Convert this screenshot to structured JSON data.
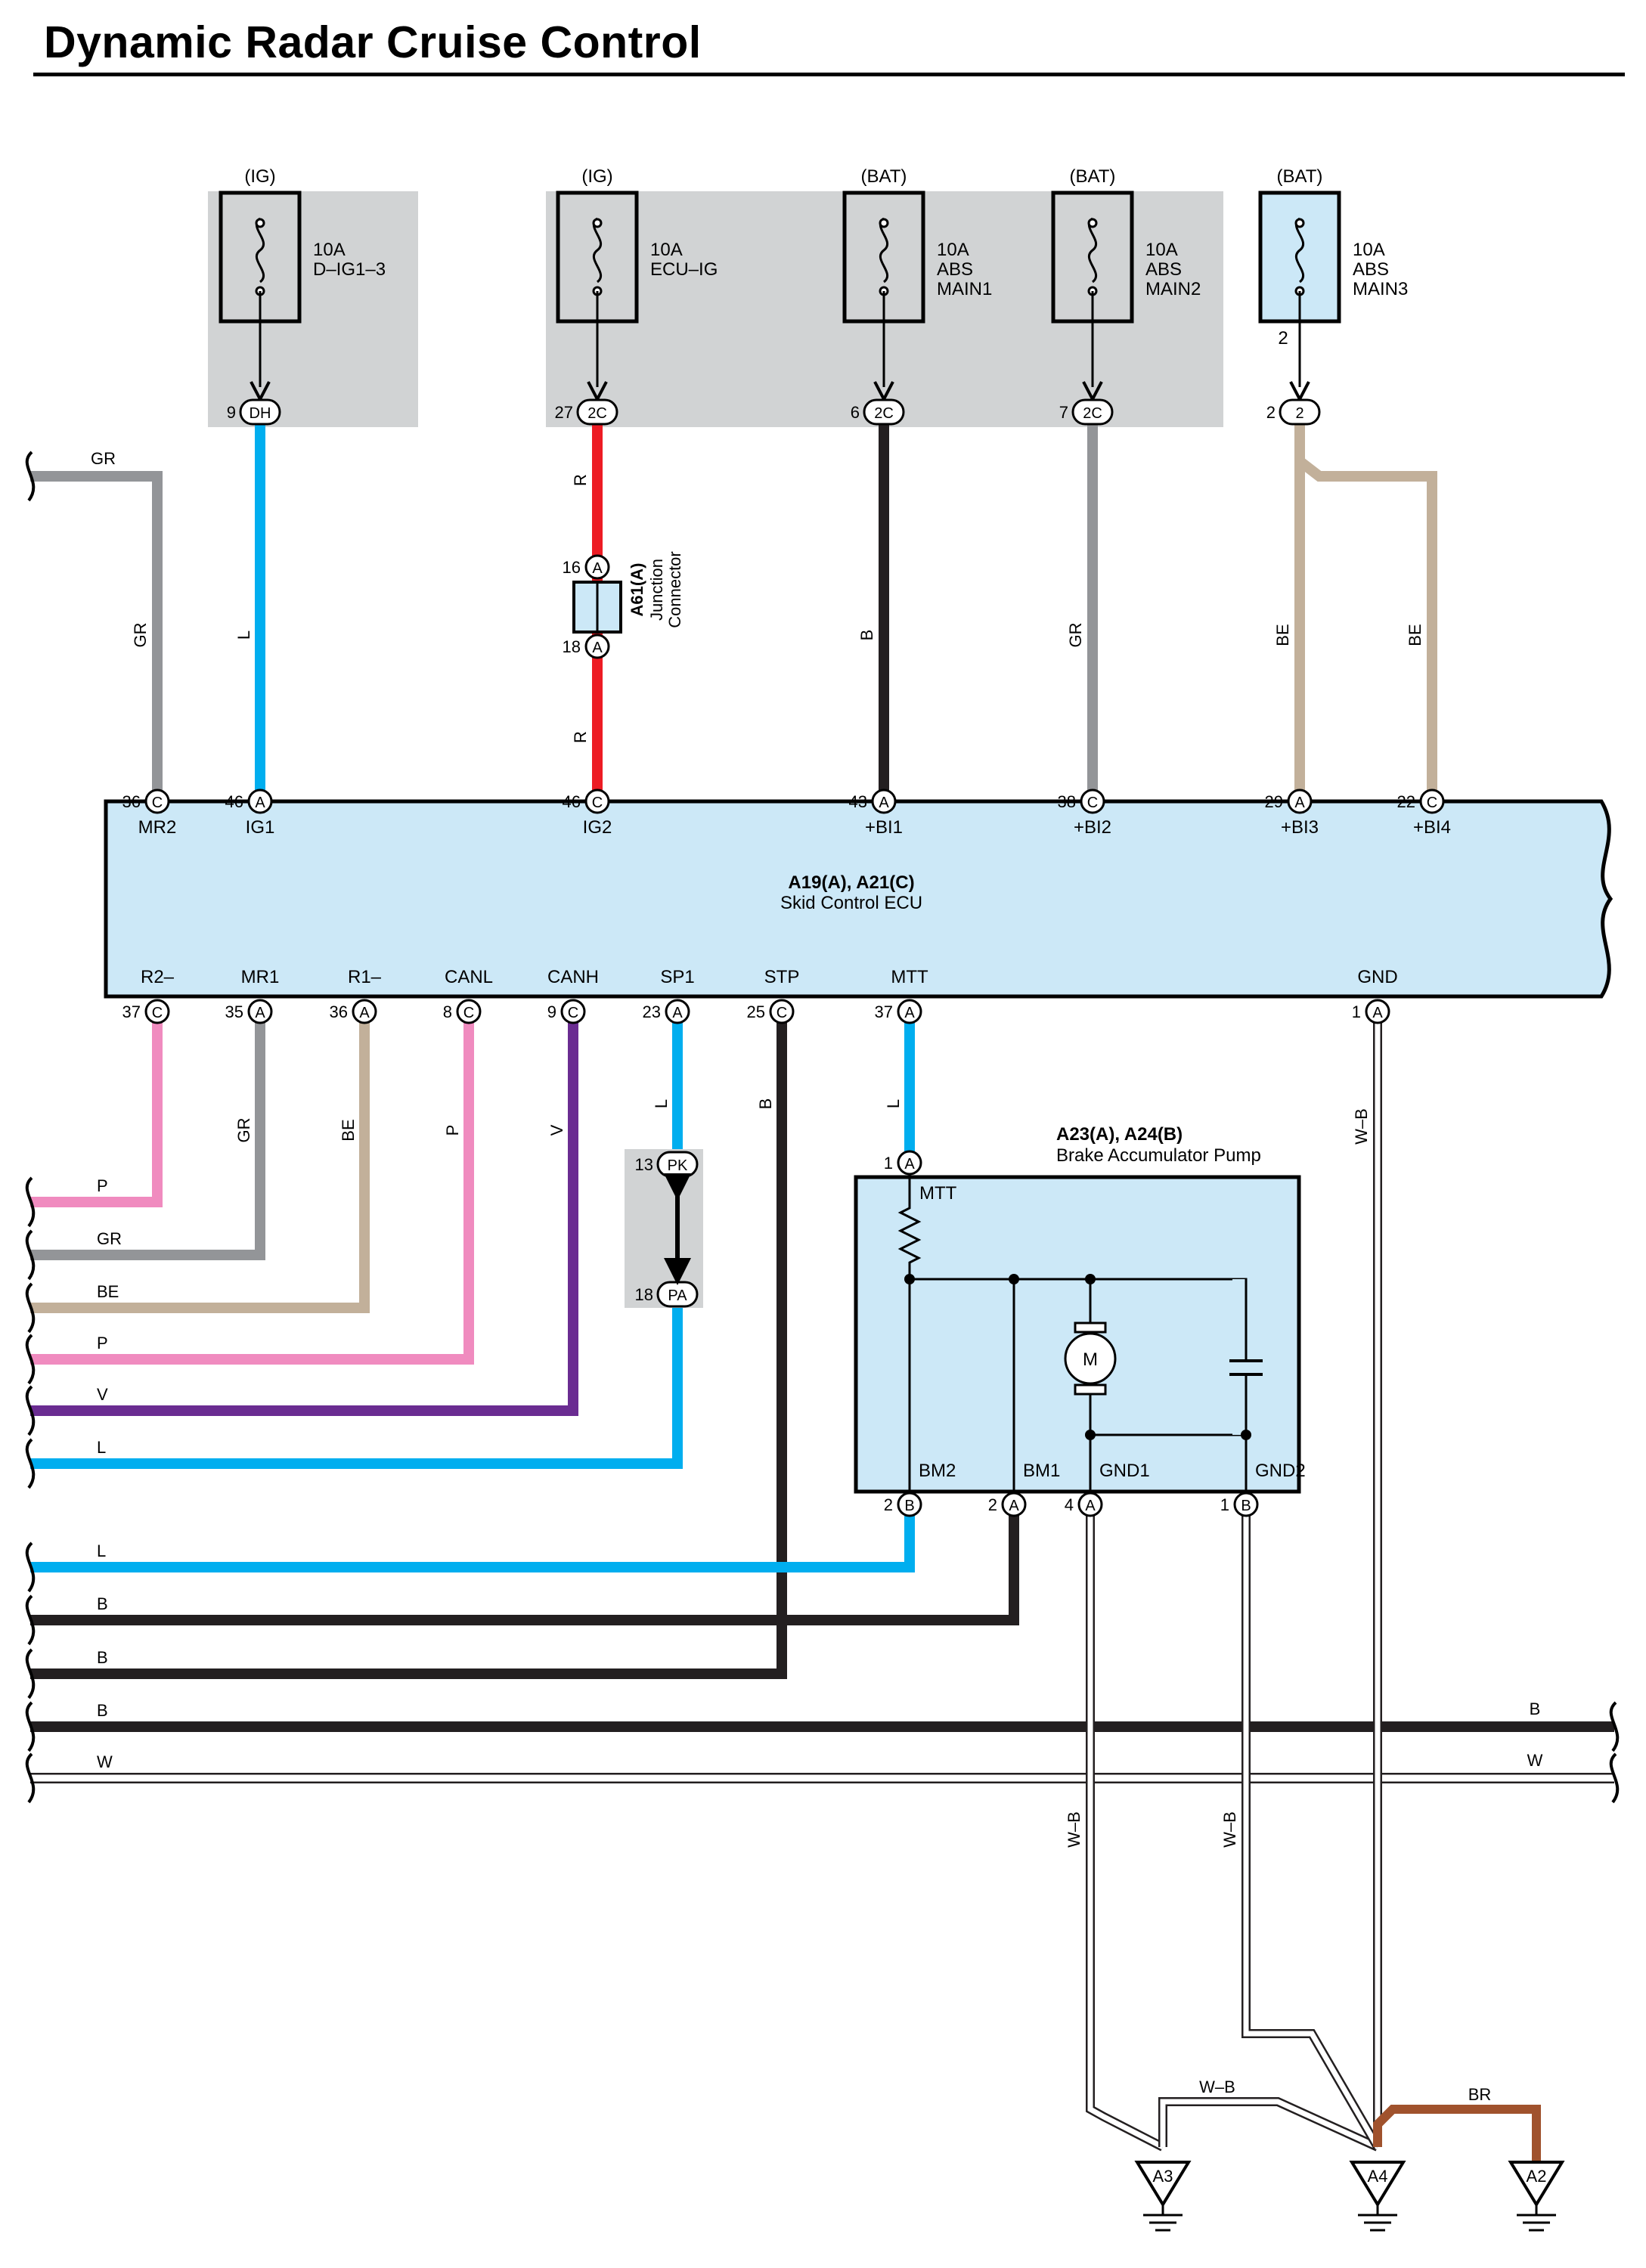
{
  "title": "Dynamic Radar Cruise Control",
  "colors": {
    "GR": "#939598",
    "L": "#00aeef",
    "R": "#ed1c24",
    "B": "#231f20",
    "BE": "#c2b09a",
    "P": "#f08bbf",
    "V": "#6a2c91",
    "W": "#ffffff",
    "W-B": "#ffffff",
    "BR": "#a0522d",
    "component_fill": "#cce8f7",
    "relay_box_fill": "#d1d3d4"
  },
  "fuses": [
    {
      "source": "(IG)",
      "rating": "10A",
      "name": "D–IG1–3",
      "pin": "9",
      "conn": "DH"
    },
    {
      "source": "(IG)",
      "rating": "10A",
      "name": "ECU–IG",
      "pin": "27",
      "conn": "2C"
    },
    {
      "source": "(BAT)",
      "rating": "10A",
      "name": "ABS",
      "name2": "MAIN1",
      "pin": "6",
      "conn": "2C"
    },
    {
      "source": "(BAT)",
      "rating": "10A",
      "name": "ABS",
      "name2": "MAIN2",
      "pin": "7",
      "conn": "2C"
    },
    {
      "source": "(BAT)",
      "rating": "10A",
      "name": "ABS",
      "name2": "MAIN3",
      "pin": "2",
      "conn": "2",
      "inner_pin": "2"
    }
  ],
  "junction": {
    "id": "A61(A)",
    "name": "Junction",
    "name2": "Connector",
    "pin_top": "16",
    "pin_bottom": "18",
    "conn": "A"
  },
  "ecu": {
    "id": "A19(A), A21(C)",
    "name": "Skid Control ECU",
    "top_pins": [
      {
        "num": "36",
        "conn": "C",
        "label": "MR2",
        "wire": "GR"
      },
      {
        "num": "46",
        "conn": "A",
        "label": "IG1",
        "wire": "L"
      },
      {
        "num": "46",
        "conn": "C",
        "label": "IG2",
        "wire": "R"
      },
      {
        "num": "43",
        "conn": "A",
        "label": "+BI1",
        "wire": "B"
      },
      {
        "num": "38",
        "conn": "C",
        "label": "+BI2",
        "wire": "GR"
      },
      {
        "num": "29",
        "conn": "A",
        "label": "+BI3",
        "wire": "BE"
      },
      {
        "num": "22",
        "conn": "C",
        "label": "+BI4",
        "wire": "BE"
      }
    ],
    "bottom_pins": [
      {
        "num": "37",
        "conn": "C",
        "label": "R2–",
        "wire": "P"
      },
      {
        "num": "35",
        "conn": "A",
        "label": "MR1",
        "wire": "GR"
      },
      {
        "num": "36",
        "conn": "A",
        "label": "R1–",
        "wire": "BE"
      },
      {
        "num": "8",
        "conn": "C",
        "label": "CANL",
        "wire": "P"
      },
      {
        "num": "9",
        "conn": "C",
        "label": "CANH",
        "wire": "V"
      },
      {
        "num": "23",
        "conn": "A",
        "label": "SP1",
        "wire": "L"
      },
      {
        "num": "25",
        "conn": "C",
        "label": "STP",
        "wire": "B"
      },
      {
        "num": "37",
        "conn": "A",
        "label": "MTT",
        "wire": "L"
      },
      {
        "num": "1",
        "conn": "A",
        "label": "GND",
        "wire": "W–B"
      }
    ]
  },
  "inline_connector": {
    "top_pin": "13",
    "top_conn": "PK",
    "bottom_pin": "18",
    "bottom_conn": "PA"
  },
  "pump": {
    "id": "A23(A), A24(B)",
    "name": "Brake Accumulator Pump",
    "motor": "M",
    "top_pin": {
      "num": "1",
      "conn": "A",
      "label": "MTT"
    },
    "bottom_pins": [
      {
        "num": "2",
        "conn": "B",
        "label": "BM2"
      },
      {
        "num": "2",
        "conn": "A",
        "label": "BM1"
      },
      {
        "num": "4",
        "conn": "A",
        "label": "GND1"
      },
      {
        "num": "1",
        "conn": "B",
        "label": "GND2"
      }
    ]
  },
  "left_wires": [
    "GR",
    "P",
    "GR",
    "BE",
    "P",
    "V",
    "L",
    "L",
    "B",
    "B",
    "B",
    "W"
  ],
  "right_wires": [
    "B",
    "W"
  ],
  "grounds": [
    {
      "id": "A3"
    },
    {
      "id": "A4"
    },
    {
      "id": "A2"
    }
  ],
  "ground_wire_labels": {
    "mid": "W–B",
    "br": "BR",
    "gnd1": "W–B",
    "gnd2": "W–B",
    "ecu_gnd": "W–B"
  }
}
